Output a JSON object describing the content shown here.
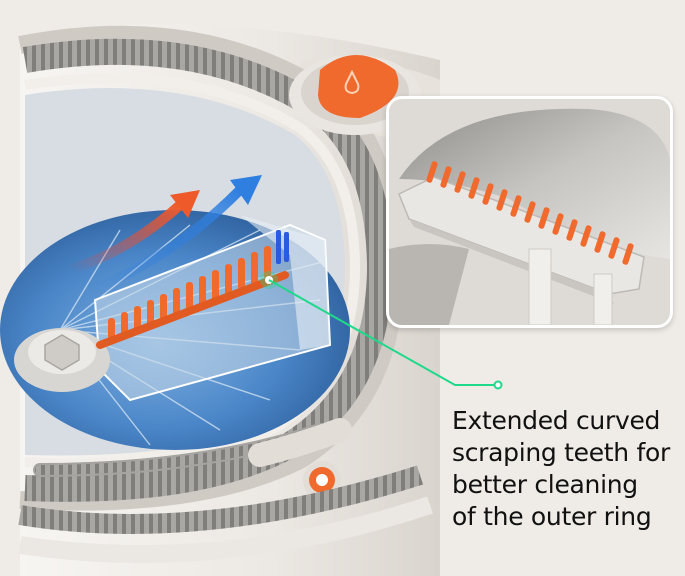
{
  "caption": {
    "line1": "Extended curved",
    "line2": "scraping teeth for",
    "line3": "better cleaning",
    "line4": "of the outer ring"
  },
  "colors": {
    "accent_orange": "#f06a2e",
    "pointer_green": "#1fd98a",
    "arrow_red": "#e8453a",
    "arrow_blue": "#2f7fe0",
    "water_blue": "#4a86c8",
    "bucket_white": "#f1eeea",
    "ring_grey": "#9a9a98"
  },
  "icons": {
    "lid_button": "drop-icon",
    "side_button": "ring-button-icon"
  }
}
